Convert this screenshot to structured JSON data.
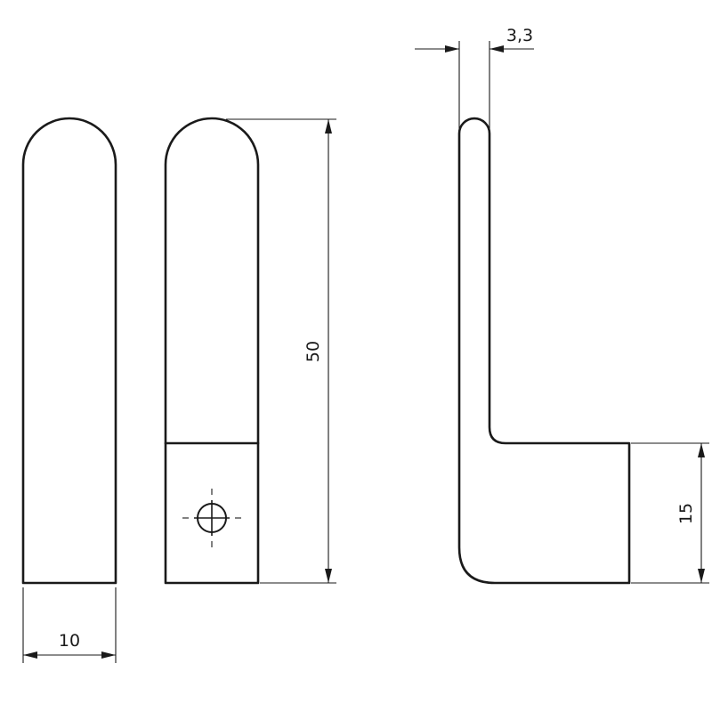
{
  "dimensions": {
    "width": "10",
    "height": "50",
    "thickness": "3,3",
    "base_height": "15"
  }
}
